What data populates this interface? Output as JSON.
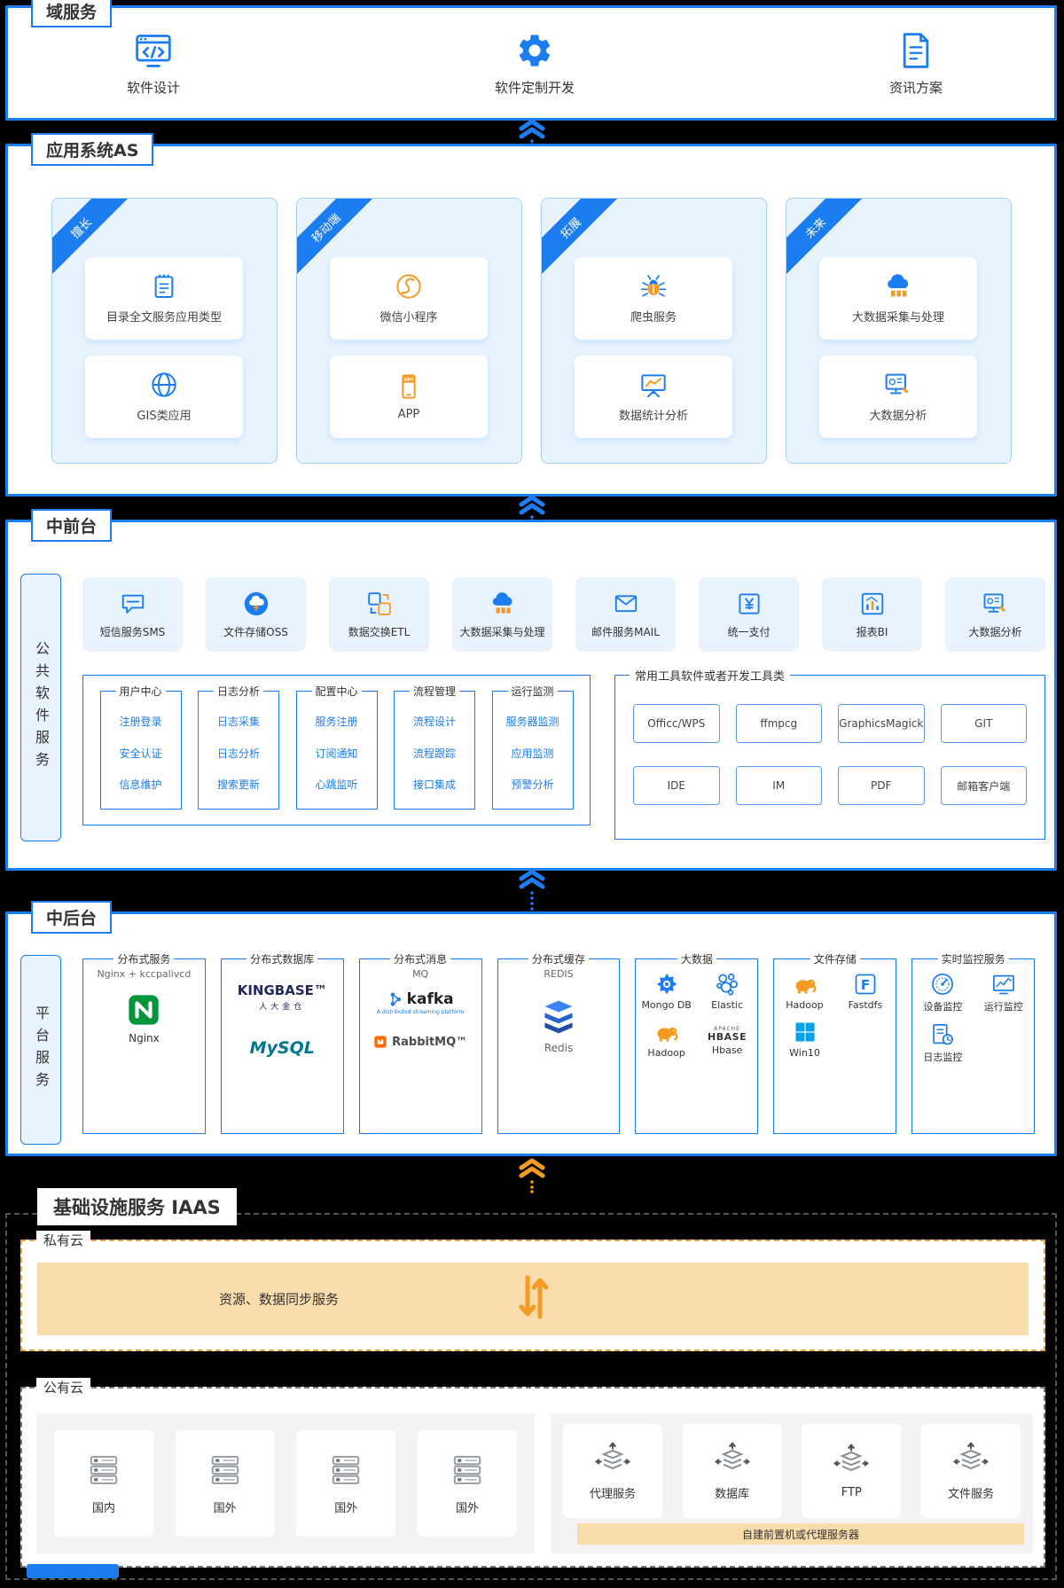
{
  "colors": {
    "primary": "#1c7df0",
    "accent_orange": "#f59a23",
    "tile_bg": "#e8f3fe",
    "sand_bar": "#f9dcab",
    "nginx_green": "#009639"
  },
  "domain_services": {
    "title": "域服务",
    "items": [
      {
        "label": "软件设计"
      },
      {
        "label": "软件定制开发"
      },
      {
        "label": "资讯方案"
      }
    ]
  },
  "application_system": {
    "title": "应用系统AS",
    "cards": [
      {
        "ribbon": "擅长",
        "tile1": "目录全文服务应用类型",
        "tile2": "GIS类应用"
      },
      {
        "ribbon": "移动端",
        "tile1": "微信小程序",
        "tile2": "APP"
      },
      {
        "ribbon": "拓展",
        "tile1": "爬虫服务",
        "tile2": "数据统计分析"
      },
      {
        "ribbon": "未来",
        "tile1": "大数据采集与处理",
        "tile2": "大数据分析"
      }
    ]
  },
  "mid_front": {
    "title": "中前台",
    "side_label": "公共软件服务",
    "tiles": [
      {
        "label": "短信服务SMS"
      },
      {
        "label": "文件存储OSS"
      },
      {
        "label": "数据交换ETL"
      },
      {
        "label": "大数据采集与处理"
      },
      {
        "label": "邮件服务MAIL"
      },
      {
        "label": "统一支付"
      },
      {
        "label": "报表BI"
      },
      {
        "label": "大数据分析"
      }
    ],
    "groups": [
      {
        "title": "用户中心",
        "i1": "注册登录",
        "i2": "安全认证",
        "i3": "信息维护"
      },
      {
        "title": "日志分析",
        "i1": "日志采集",
        "i2": "日志分析",
        "i3": "搜索更新"
      },
      {
        "title": "配置中心",
        "i1": "服务注册",
        "i2": "订阅通知",
        "i3": "心跳监听"
      },
      {
        "title": "流程管理",
        "i1": "流程设计",
        "i2": "流程跟踪",
        "i3": "接口集成"
      },
      {
        "title": "运行监测",
        "i1": "服务器监测",
        "i2": "应用监测",
        "i3": "预警分析"
      }
    ],
    "tools": {
      "title": "常用工具软件或者开发工具类",
      "b1": "Officc/WPS",
      "b2": "ffmpcg",
      "b3": "GraphicsMagick",
      "b4": "GIT",
      "b5": "IDE",
      "b6": "IM",
      "b7": "PDF",
      "b8": "邮箱客户端"
    }
  },
  "mid_back": {
    "title": "中后台",
    "side_label": "平台服务",
    "dist_service": {
      "title": "分布式服务",
      "subtitle": "Nginx + kccpalivcd",
      "item": "Nginx"
    },
    "dist_db": {
      "title": "分布式数据库",
      "logo1": "KINGBASE™",
      "logo1_sub": "人大金仓",
      "logo2": "MySQL"
    },
    "dist_mq": {
      "title": "分布式消息",
      "subtitle": "MQ",
      "logo1": "kafka",
      "logo1_tag": "A distributed streaming platform",
      "logo2": "RabbitMQ™"
    },
    "dist_cache": {
      "title": "分布式缓存",
      "subtitle": "REDIS",
      "item": "Redis"
    },
    "bigdata": {
      "title": "大数据",
      "i1": "Mongo DB",
      "i2": "Elastic",
      "i3": "Hadoop",
      "i4": "Hbase",
      "hbase_top": "APACHE",
      "hbase_main": "HBASE"
    },
    "storage": {
      "title": "文件存储",
      "i1": "Hadoop",
      "i2": "Fastdfs",
      "i3": "Win10"
    },
    "monitor": {
      "title": "实时监控服务",
      "i1": "设备监控",
      "i2": "运行监控",
      "i3": "日志监控"
    }
  },
  "iaas": {
    "title": "基础设施服务  IAAS",
    "private_cloud": {
      "title": "私有云",
      "bar": "资源、数据同步服务"
    },
    "public_cloud": {
      "title": "公有云",
      "t1": "国内",
      "t2": "国外",
      "t3": "国外",
      "t4": "国外",
      "r1": "代理服务",
      "r2": "数据库",
      "r3": "FTP",
      "r4": "文件服务",
      "bottom_bar": "自建前置机或代理服务器"
    }
  }
}
